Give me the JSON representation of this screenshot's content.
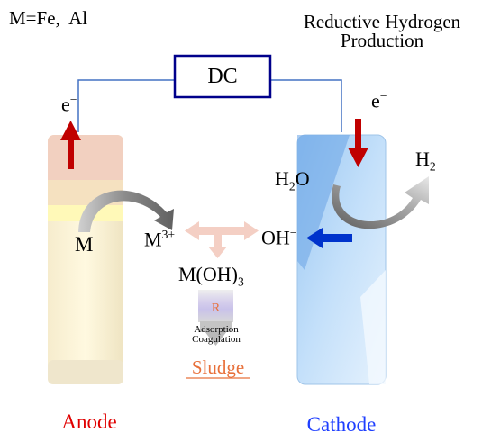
{
  "metal_note": "M=Fe,  Al",
  "process_title": {
    "line1": "Reductive Hydrogen",
    "line2": "Production"
  },
  "power_supply": "DC",
  "electron_left": "e",
  "electron_right": "e",
  "electron_charge": "−",
  "metal": "M",
  "metal_ion": {
    "base": "M",
    "charge": "3+"
  },
  "water": {
    "base": "H",
    "sub": "2",
    "rest": "O"
  },
  "hydroxide": {
    "base": "OH",
    "charge": "−"
  },
  "hydrogen": {
    "base": "H",
    "sub": "2"
  },
  "hydroxide_product": {
    "base": "M(OH)",
    "sub": "3"
  },
  "pollutant": "R",
  "mechanism": {
    "line1": "Adsorption",
    "line2": "Coagulation"
  },
  "sludge": "Sludge",
  "anode_label": "Anode",
  "cathode_label": "Cathode",
  "colors": {
    "wire": "#4472c4",
    "dc_box": "#00008b",
    "electron_arrow": "#c00000",
    "oh_arrow": "#0033cc",
    "anode_text": "#e00000",
    "cathode_text": "#1f3fff",
    "sludge_text": "#e8703a"
  }
}
